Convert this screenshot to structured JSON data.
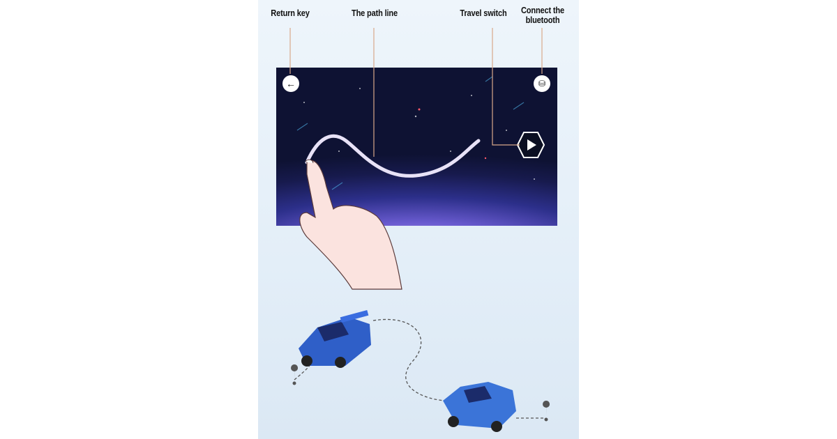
{
  "labels": {
    "return_key": "Return key",
    "path_line": "The path line",
    "travel_switch": "Travel switch",
    "connect_bluetooth_1": "Connect the",
    "connect_bluetooth_2": "bluetooth"
  },
  "icons": {
    "back": "arrow-left-icon",
    "bluetooth": "remote-car-icon",
    "play": "play-icon"
  },
  "colors": {
    "leader_line": "#d9a98a",
    "screen_dark": "#0e1233",
    "car_blue": "#2f5fc8"
  }
}
